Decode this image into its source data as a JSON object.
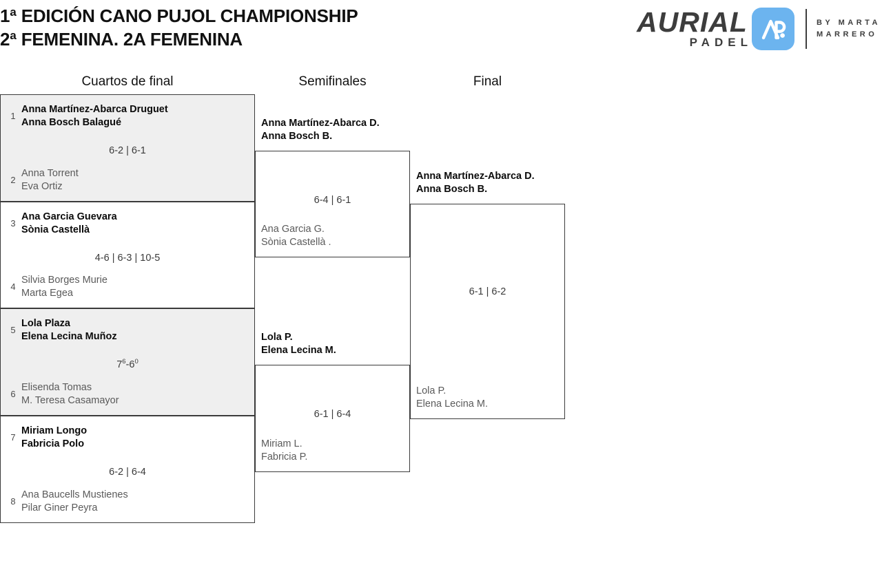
{
  "header": {
    "title_line1": "1ª EDICIÓN CANO PUJOL CHAMPIONSHIP",
    "title_line2": "2ª FEMENINA. 2A FEMENINA",
    "logo": {
      "wordmark": "AURIAL",
      "subwordmark": "PADEL",
      "mark_icon": "ap-monogram-icon",
      "by_line1": "BY  MARTA",
      "by_line2": "MARRERO",
      "mark_color": "#6cb4ef",
      "text_color": "#3d3d3d"
    }
  },
  "rounds": {
    "quarterfinals_label": "Cuartos de final",
    "semifinals_label": "Semifinales",
    "final_label": "Final"
  },
  "quarterfinals": [
    {
      "shaded": true,
      "score": "6-2 | 6-1",
      "top": {
        "seed": "1",
        "player1": "Anna Martínez-Abarca Druguet",
        "player2": "Anna Bosch Balagué",
        "winner": true
      },
      "bottom": {
        "seed": "2",
        "player1": "Anna Torrent",
        "player2": "Eva Ortiz",
        "winner": false
      }
    },
    {
      "shaded": false,
      "score": "4-6 | 6-3 | 10-5",
      "top": {
        "seed": "3",
        "player1": "Ana Garcia Guevara",
        "player2": "Sònia Castellà",
        "winner": true
      },
      "bottom": {
        "seed": "4",
        "player1": "Silvia Borges Murie",
        "player2": "Marta Egea",
        "winner": false
      }
    },
    {
      "shaded": true,
      "score": "7{6}-6{0}",
      "score_plain": "76-60",
      "top": {
        "seed": "5",
        "player1": "Lola Plaza",
        "player2": "Elena Lecina Muñoz",
        "winner": true
      },
      "bottom": {
        "seed": "6",
        "player1": "Elisenda Tomas",
        "player2": "M. Teresa Casamayor",
        "winner": false
      }
    },
    {
      "shaded": false,
      "score": "6-2 | 6-4",
      "top": {
        "seed": "7",
        "player1": "Miriam Longo",
        "player2": "Fabricia Polo",
        "winner": true
      },
      "bottom": {
        "seed": "8",
        "player1": "Ana Baucells Mustienes",
        "player2": "Pilar Giner Peyra",
        "winner": false
      }
    }
  ],
  "semifinals": [
    {
      "score": "6-4 | 6-1",
      "top": {
        "player1": "Anna Martínez-Abarca D.",
        "player2": "Anna Bosch B.",
        "winner": true
      },
      "bottom": {
        "player1": "Ana Garcia G.",
        "player2": "Sònia Castellà .",
        "winner": false
      }
    },
    {
      "score": "6-1 | 6-4",
      "top": {
        "player1": "Lola P.",
        "player2": "Elena Lecina M.",
        "winner": true
      },
      "bottom": {
        "player1": "Miriam L.",
        "player2": "Fabricia P.",
        "winner": false
      }
    }
  ],
  "final": {
    "score": "6-1 | 6-2",
    "top": {
      "player1": "Anna Martínez-Abarca D.",
      "player2": "Anna Bosch B.",
      "winner": true
    },
    "bottom": {
      "player1": "Lola P.",
      "player2": "Elena Lecina M.",
      "winner": false
    }
  }
}
